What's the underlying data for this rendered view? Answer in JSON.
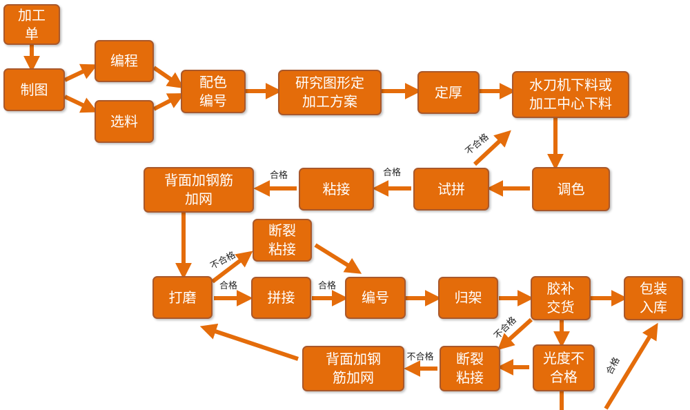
{
  "nodes": {
    "order": "加工\n单",
    "drawing": "制图",
    "programming": "编程",
    "material_select": "选料",
    "color_match": "配色\n编号",
    "plan": "研究图形定\n加工方案",
    "thickness": "定厚",
    "cutting": "水刀机下料或\n加工中心下料",
    "color_adjust": "调色",
    "trial_fit": "试拼",
    "bond_1": "粘接",
    "rebar_back_1": "背面加钢筋\n加网",
    "break_bond_1": "断裂\n粘接",
    "grind": "打磨",
    "splice": "拼接",
    "number": "编号",
    "shelve": "归架",
    "glue_deliver": "胶补\n交货",
    "pack_store": "包装\n入库",
    "gloss_fail": "光度不\n合格",
    "break_bond_2": "断裂\n粘接",
    "rebar_back_2": "背面加钢\n筋加网"
  },
  "edge_labels": {
    "fail": "不合格",
    "pass": "合格"
  },
  "colors": {
    "box_fill": "#e46c0a",
    "box_border": "#a9582b",
    "arrow": "#e46c0a",
    "text": "#ffffff"
  }
}
